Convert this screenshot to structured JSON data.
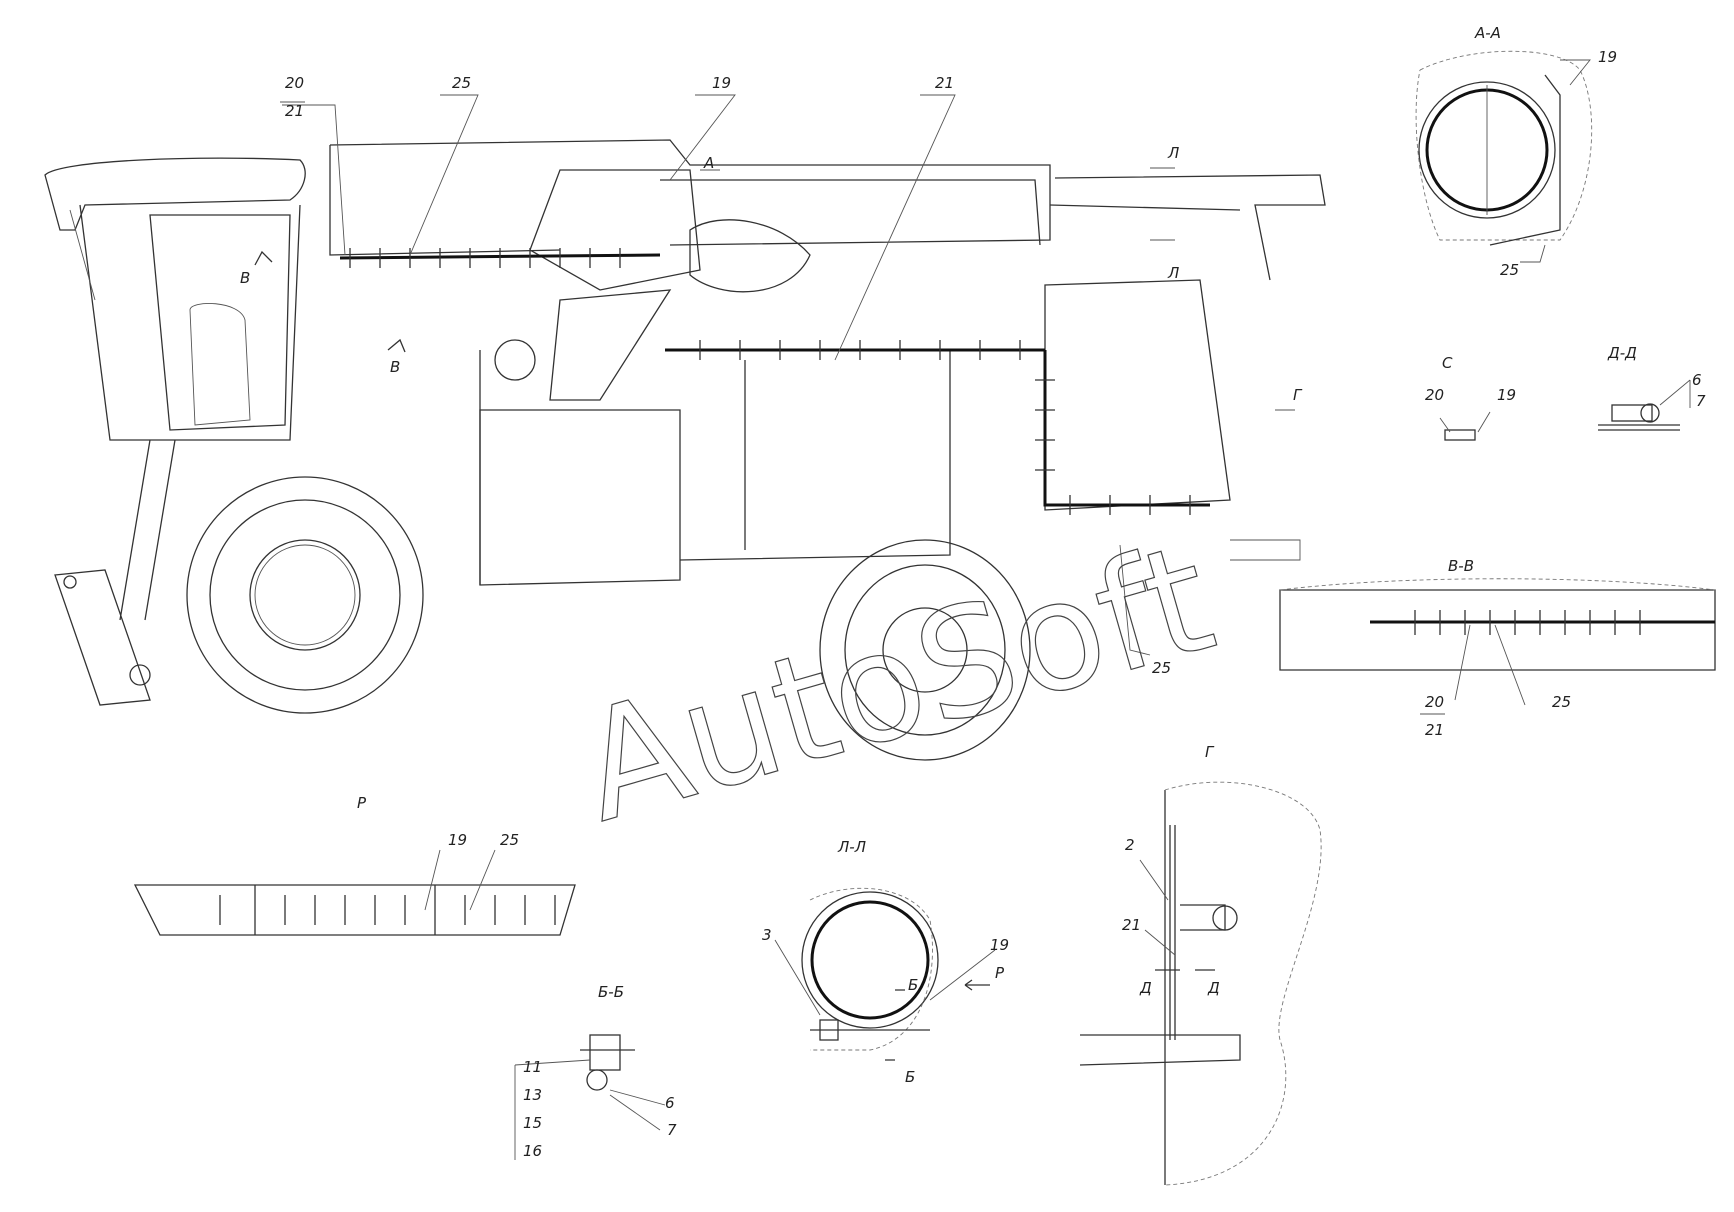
{
  "watermark": "AutoSoft",
  "callouts": {
    "main_20": "20",
    "main_21a": "21",
    "main_25a": "25",
    "main_19": "19",
    "main_21b": "21",
    "main_25b": "25",
    "aa_19": "19",
    "aa_25": "25",
    "c_20": "20",
    "c_19": "19",
    "dd_6": "6",
    "dd_7": "7",
    "vv_20": "20",
    "vv_21": "21",
    "vv_25": "25",
    "p_19": "19",
    "p_25": "25",
    "bb_11": "11",
    "bb_13": "13",
    "bb_15": "15",
    "bb_16": "16",
    "bb_6": "6",
    "bb_7": "7",
    "ll_3": "3",
    "ll_19": "19",
    "g_2": "2",
    "g_21": "21"
  },
  "section_marks": {
    "main_A": "А",
    "main_L_top": "Л",
    "main_L_bottom": "Л",
    "main_G": "Г",
    "main_V": "В",
    "main_V1": "В",
    "ll_B_top": "Б",
    "ll_B_bottom": "Б",
    "ll_P": "Р",
    "g_D_left": "Д",
    "g_D_right": "Д"
  },
  "views": {
    "aa": "А-А",
    "c": "С",
    "dd": "Д-Д",
    "vv": "В-В",
    "g": "Г",
    "p": "Р",
    "ll": "Л-Л",
    "bb": "Б-Б"
  }
}
